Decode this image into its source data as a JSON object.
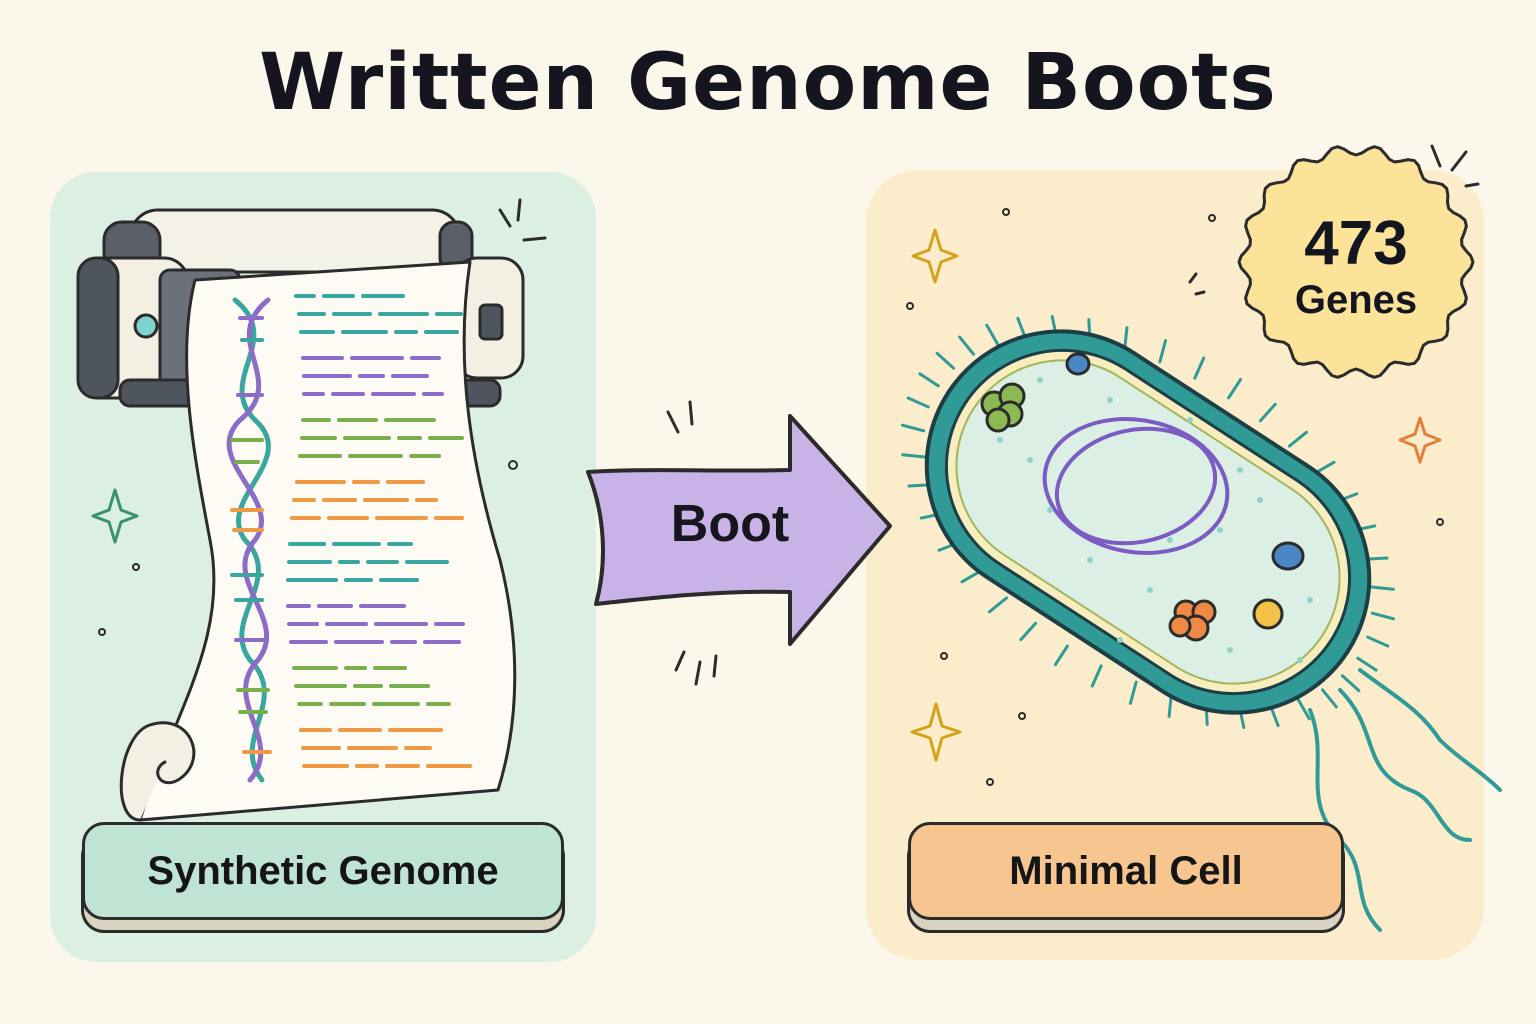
{
  "title": "Written Genome Boots",
  "left_panel": {
    "label": "Synthetic Genome"
  },
  "arrow": {
    "label": "Boot"
  },
  "right_panel": {
    "label": "Minimal Cell"
  },
  "badge": {
    "number": "473",
    "unit": "Genes"
  },
  "colors": {
    "background": "#fbf7ea",
    "left_panel": "#dcefe3",
    "right_panel": "#fbeccb",
    "arrow": "#c9b3e6",
    "cell_wall": "#2f9a96",
    "badge": "#fbe39a",
    "dna_purple": "#8d6cc8",
    "dna_teal": "#3aa6a0",
    "dna_orange": "#ee9a45",
    "dna_green": "#7ab04c"
  }
}
